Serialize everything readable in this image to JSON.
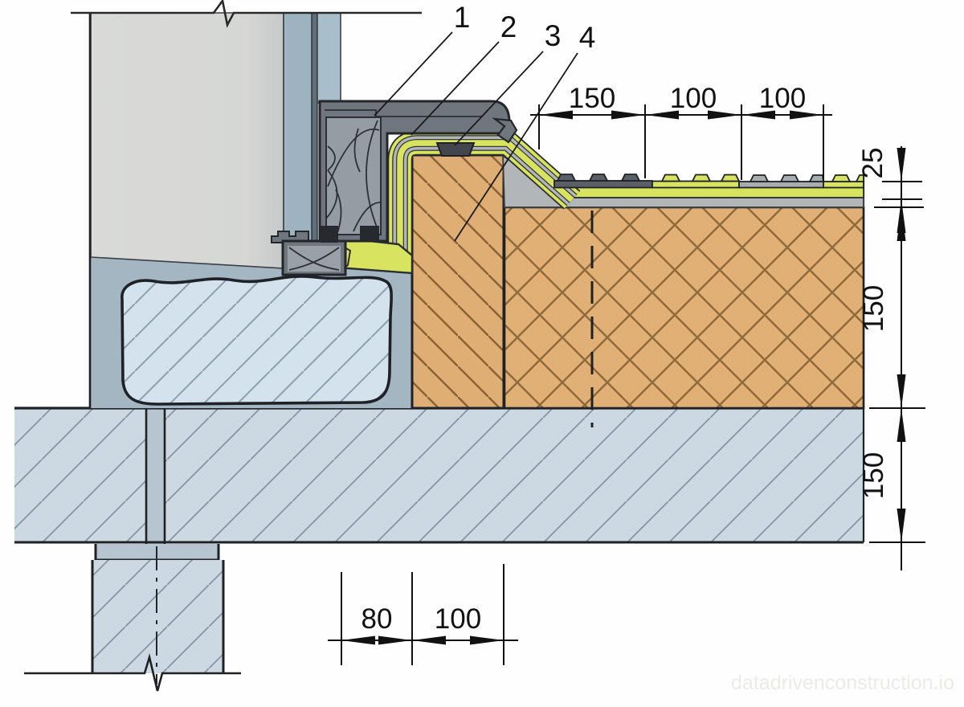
{
  "drawing": {
    "type": "construction-detail-section",
    "description": "Door threshold / terrace slab waterproofing detail"
  },
  "callouts": [
    "1",
    "2",
    "3",
    "4"
  ],
  "dimensions": {
    "top": [
      "150",
      "100",
      "100"
    ],
    "right": [
      "25",
      "150",
      "150"
    ],
    "bottom": [
      "80",
      "100"
    ]
  },
  "watermark": "datadrivenconstruction.io",
  "colors": {
    "outline": "#23262b",
    "wall_blue_gray": "#a3b6c2",
    "interior_finish": "#d7d8d6",
    "masonry_light_blue": "#d3e2ec",
    "slab_blue": "#ccd9e2",
    "frame_gray": "#70767e",
    "frame_insulation_gray": "#969ca4",
    "membrane_yellow": "#d8e35f",
    "membrane_mid_gray": "#b3b6b8",
    "screed_gray": "#b3b6b8",
    "sheet_dark_gray": "#5b6066",
    "sheet_light_gray": "#a9adaf",
    "insulation_orange": "#e0b077",
    "wood_orange": "#dfae74",
    "seal_dark": "#43474d",
    "dimension_text": "#111111"
  }
}
